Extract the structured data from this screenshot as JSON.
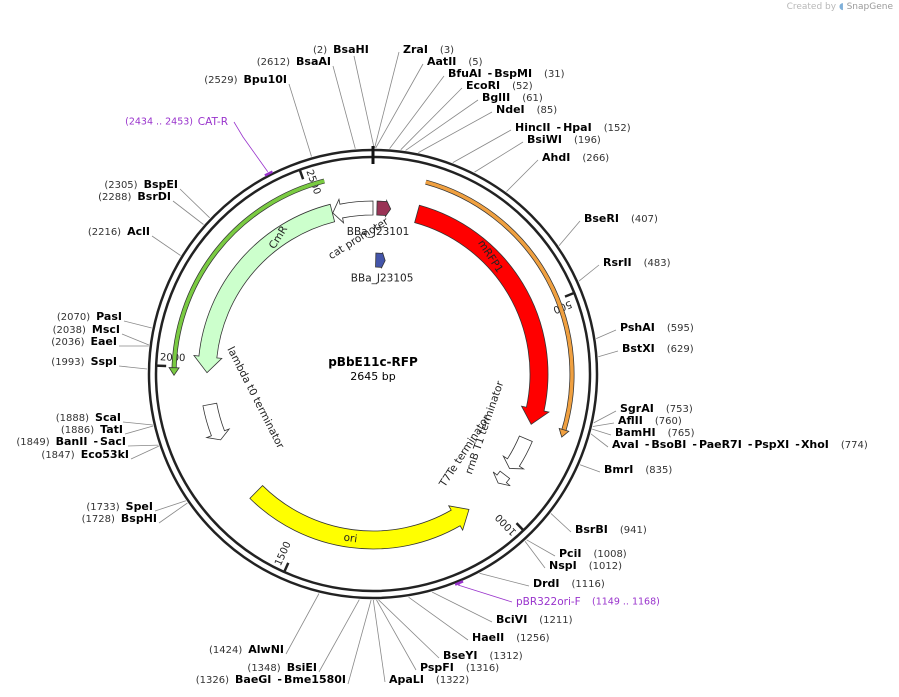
{
  "watermark": {
    "created_by": "Created by",
    "brand": "SnapGene"
  },
  "plasmid": {
    "name": "pBbE11c-RFP",
    "length": "2645 bp",
    "total_bp": 2645
  },
  "ticks": [
    {
      "pos": 500,
      "label": "500"
    },
    {
      "pos": 1000,
      "label": "1000"
    },
    {
      "pos": 1500,
      "label": "1500"
    },
    {
      "pos": 2000,
      "label": "2000"
    },
    {
      "pos": 2500,
      "label": "2500"
    }
  ],
  "features": [
    {
      "name": "mRFP1",
      "start": 113,
      "end": 791,
      "strand": "+",
      "color": "#ff0000",
      "label_color": "#ffffff"
    },
    {
      "name": "rrnB T1 terminator",
      "start": 830,
      "end": 916,
      "strand": "+",
      "color": "#ffffff",
      "label_color": "#222222"
    },
    {
      "name": "T7Te terminator",
      "start": 936,
      "end": 963,
      "strand": "+",
      "color": "#ffffff",
      "label_color": "#222222"
    },
    {
      "name": "ori",
      "start": 1063,
      "end": 1651,
      "strand": "-",
      "color": "#ffff00",
      "label_color": "#222222"
    },
    {
      "name": "lambda t0 terminator",
      "start": 1812,
      "end": 1906,
      "strand": "-",
      "color": "#ffffff",
      "label_color": "#222222"
    },
    {
      "name": "CmR",
      "start": 1987,
      "end": 2541,
      "strand": "-",
      "color": "#ccffcc",
      "label_color": "#222222"
    },
    {
      "name": "cat promoter",
      "start": 2542,
      "end": 2645,
      "strand": "-",
      "color": "#ffffff",
      "label_color": "#222222"
    },
    {
      "name": "BBa_J23101",
      "start": 10,
      "end": 45,
      "strand": "+",
      "color": "#993355",
      "label_color": "#222222"
    },
    {
      "name": "BBa_J23105",
      "start": 10,
      "end": 45,
      "strand": "+",
      "color": "#4455aa",
      "label_color": "#222222"
    }
  ],
  "outer_arcs": [
    {
      "name": "mRFP1-orf",
      "start": 113,
      "end": 791,
      "color": "#f0a040"
    },
    {
      "name": "CmR-orf",
      "start": 1987,
      "end": 2541,
      "color": "#7acb42"
    }
  ],
  "primers": [
    {
      "name": "CAT-R",
      "range": "(2434 .. 2453)",
      "pos": 2443,
      "color": "#9933cc"
    },
    {
      "name": "pBR322ori-F",
      "range": "(1149 .. 1168)",
      "pos": 1158,
      "color": "#9933cc"
    }
  ],
  "sites": [
    {
      "names": [
        "BsaHI"
      ],
      "pos_label": "(2)",
      "site": 2,
      "side": "right"
    },
    {
      "names": [
        "ZraI"
      ],
      "pos_label": "(3)",
      "site": 3,
      "side": "right"
    },
    {
      "names": [
        "AatII"
      ],
      "pos_label": "(5)",
      "site": 5,
      "side": "right"
    },
    {
      "names": [
        "BfuAI",
        "BspMI"
      ],
      "pos_label": "(31)",
      "site": 31,
      "side": "right"
    },
    {
      "names": [
        "EcoRI"
      ],
      "pos_label": "(52)",
      "site": 52,
      "side": "right"
    },
    {
      "names": [
        "BglII"
      ],
      "pos_label": "(61)",
      "site": 61,
      "side": "right"
    },
    {
      "names": [
        "NdeI"
      ],
      "pos_label": "(85)",
      "site": 85,
      "side": "right"
    },
    {
      "names": [
        "HincII",
        "HpaI"
      ],
      "pos_label": "(152)",
      "site": 152,
      "side": "right"
    },
    {
      "names": [
        "BsiWI"
      ],
      "pos_label": "(196)",
      "site": 196,
      "side": "right"
    },
    {
      "names": [
        "AhdI"
      ],
      "pos_label": "(266)",
      "site": 266,
      "side": "right"
    },
    {
      "names": [
        "BseRI"
      ],
      "pos_label": "(407)",
      "site": 407,
      "side": "right"
    },
    {
      "names": [
        "RsrII"
      ],
      "pos_label": "(483)",
      "site": 483,
      "side": "right"
    },
    {
      "names": [
        "PshAI"
      ],
      "pos_label": "(595)",
      "site": 595,
      "side": "right"
    },
    {
      "names": [
        "BstXI"
      ],
      "pos_label": "(629)",
      "site": 629,
      "side": "right"
    },
    {
      "names": [
        "SgrAI"
      ],
      "pos_label": "(753)",
      "site": 753,
      "side": "right"
    },
    {
      "names": [
        "AflII"
      ],
      "pos_label": "(760)",
      "site": 760,
      "side": "right"
    },
    {
      "names": [
        "BamHI"
      ],
      "pos_label": "(765)",
      "site": 765,
      "side": "right"
    },
    {
      "names": [
        "AvaI",
        "BsoBI",
        "PaeR7I",
        "PspXI",
        "XhoI"
      ],
      "pos_label": "(774)",
      "site": 774,
      "side": "right"
    },
    {
      "names": [
        "BmrI"
      ],
      "pos_label": "(835)",
      "site": 835,
      "side": "right"
    },
    {
      "names": [
        "BsrBI"
      ],
      "pos_label": "(941)",
      "site": 941,
      "side": "right"
    },
    {
      "names": [
        "PciI"
      ],
      "pos_label": "(1008)",
      "site": 1008,
      "side": "right"
    },
    {
      "names": [
        "NspI"
      ],
      "pos_label": "(1012)",
      "site": 1012,
      "side": "right"
    },
    {
      "names": [
        "DrdI"
      ],
      "pos_label": "(1116)",
      "site": 1116,
      "side": "right"
    },
    {
      "names": [
        "BciVI"
      ],
      "pos_label": "(1211)",
      "site": 1211,
      "side": "right"
    },
    {
      "names": [
        "HaeII"
      ],
      "pos_label": "(1256)",
      "site": 1256,
      "side": "right"
    },
    {
      "names": [
        "BseYI"
      ],
      "pos_label": "(1312)",
      "site": 1312,
      "side": "right"
    },
    {
      "names": [
        "PspFI"
      ],
      "pos_label": "(1316)",
      "site": 1316,
      "side": "right"
    },
    {
      "names": [
        "ApaLI"
      ],
      "pos_label": "(1322)",
      "site": 1322,
      "side": "right"
    },
    {
      "names": [
        "BaeGI",
        "Bme1580I"
      ],
      "pos_label": "(1326)",
      "site": 1326,
      "side": "left"
    },
    {
      "names": [
        "BsiEI"
      ],
      "pos_label": "(1348)",
      "site": 1348,
      "side": "left"
    },
    {
      "names": [
        "AlwNI"
      ],
      "pos_label": "(1424)",
      "site": 1424,
      "side": "left"
    },
    {
      "names": [
        "BspHI"
      ],
      "pos_label": "(1728)",
      "site": 1728,
      "side": "left"
    },
    {
      "names": [
        "SpeI"
      ],
      "pos_label": "(1733)",
      "site": 1733,
      "side": "left"
    },
    {
      "names": [
        "Eco53kI"
      ],
      "pos_label": "(1847)",
      "site": 1847,
      "side": "left"
    },
    {
      "names": [
        "BanII",
        "SacI"
      ],
      "pos_label": "(1849)",
      "site": 1849,
      "side": "left"
    },
    {
      "names": [
        "TatI"
      ],
      "pos_label": "(1886)",
      "site": 1886,
      "side": "left"
    },
    {
      "names": [
        "ScaI"
      ],
      "pos_label": "(1888)",
      "site": 1888,
      "side": "left"
    },
    {
      "names": [
        "SspI"
      ],
      "pos_label": "(1993)",
      "site": 1993,
      "side": "left"
    },
    {
      "names": [
        "EaeI"
      ],
      "pos_label": "(2036)",
      "site": 2036,
      "side": "left"
    },
    {
      "names": [
        "MscI"
      ],
      "pos_label": "(2038)",
      "site": 2038,
      "side": "left"
    },
    {
      "names": [
        "PasI"
      ],
      "pos_label": "(2070)",
      "site": 2070,
      "side": "left"
    },
    {
      "names": [
        "AclI"
      ],
      "pos_label": "(2216)",
      "site": 2216,
      "side": "left"
    },
    {
      "names": [
        "BsrDI"
      ],
      "pos_label": "(2288)",
      "site": 2288,
      "side": "left"
    },
    {
      "names": [
        "BspEI"
      ],
      "pos_label": "(2305)",
      "site": 2305,
      "side": "left"
    },
    {
      "names": [
        "Bpu10I"
      ],
      "pos_label": "(2529)",
      "site": 2529,
      "side": "left"
    },
    {
      "names": [
        "BsaAI"
      ],
      "pos_label": "(2612)",
      "site": 2612,
      "side": "left"
    }
  ]
}
